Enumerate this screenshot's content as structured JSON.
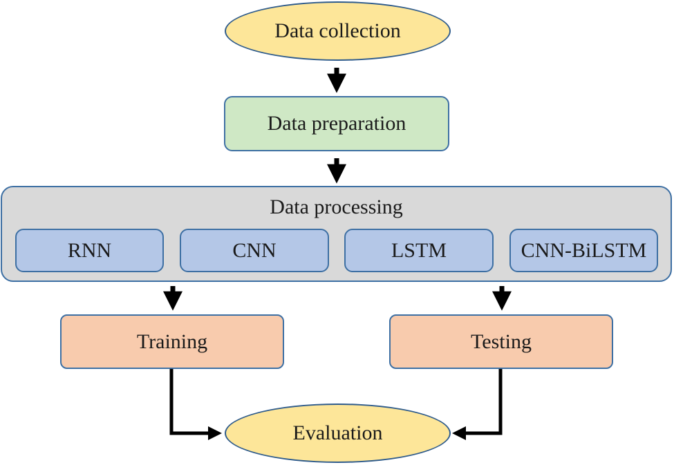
{
  "nodes": {
    "data_collection": "Data collection",
    "data_preparation": "Data preparation",
    "data_processing": "Data processing",
    "models": [
      "RNN",
      "CNN",
      "LSTM",
      "CNN-BiLSTM"
    ],
    "training": "Training",
    "testing": "Testing",
    "evaluation": "Evaluation"
  },
  "colors": {
    "ellipse_fill": "#fde699",
    "preparation_fill": "#cfe8c5",
    "processing_fill": "#d9d9d9",
    "model_fill": "#b4c7e7",
    "split_fill": "#f8cbad",
    "border": "#3d6fa3",
    "arrow": "#000000"
  }
}
